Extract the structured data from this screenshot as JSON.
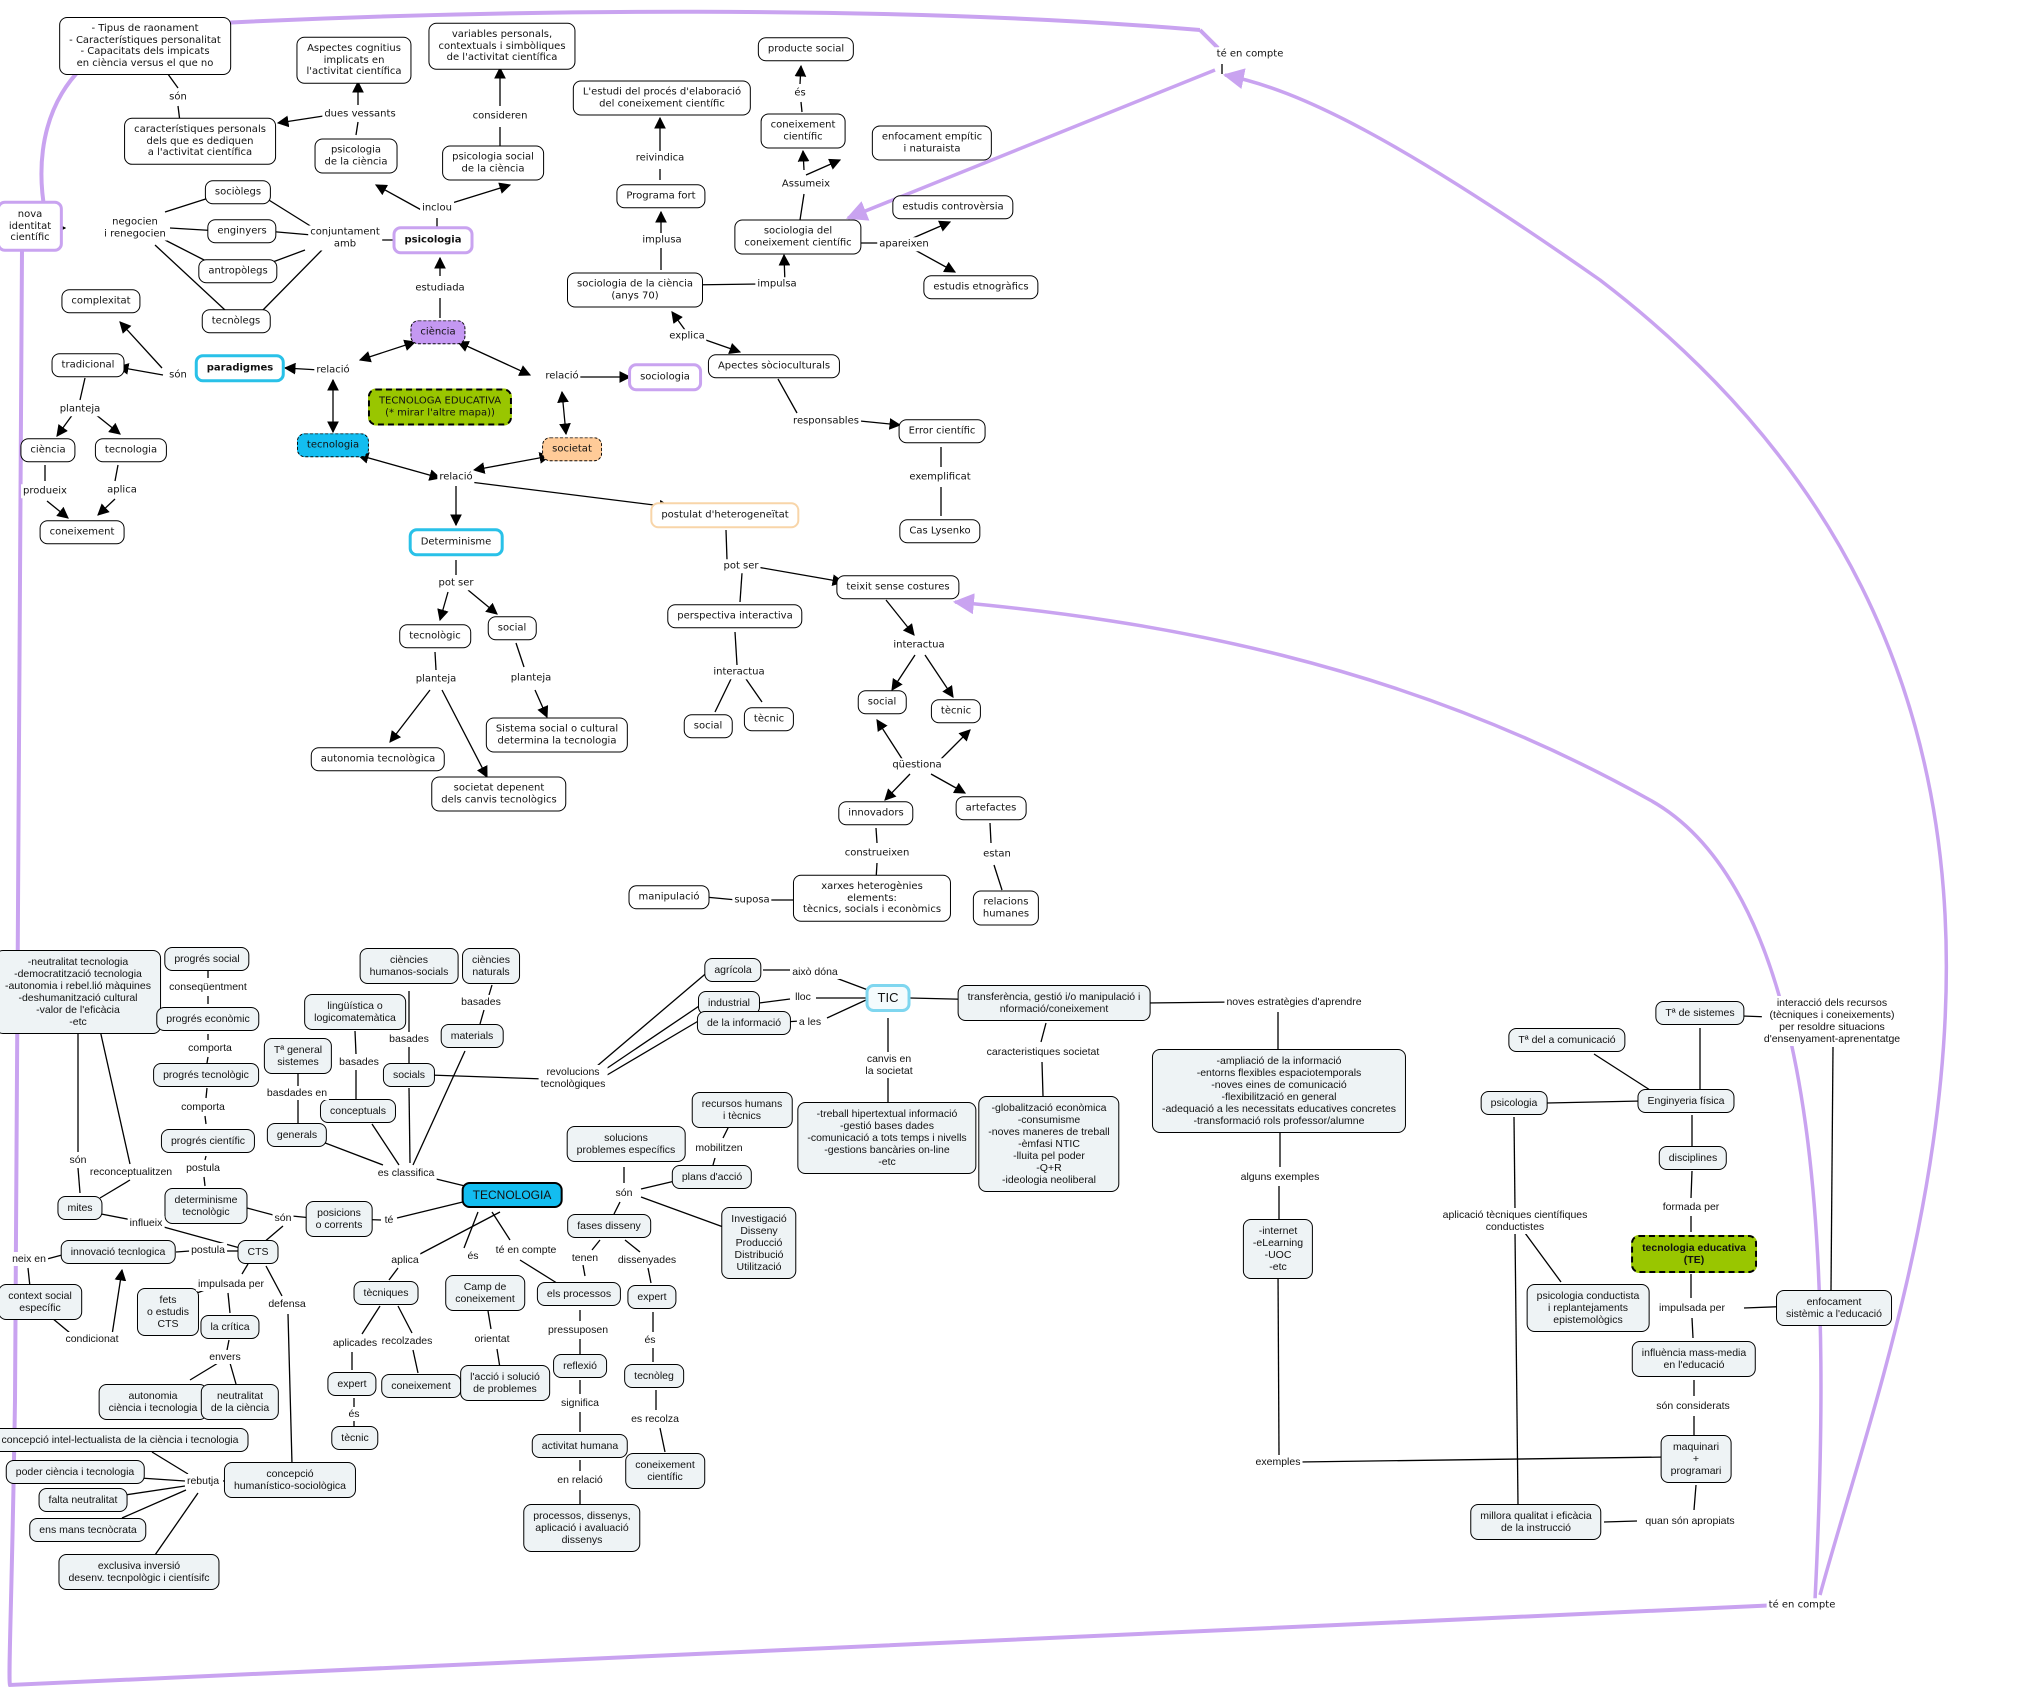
{
  "title": "Concept map: ciència, tecnologia, societat i tecnologia educativa",
  "colors": {
    "purple": "#c498f2",
    "purple_line": "#c9a3f0",
    "cyan": "#13bdf0",
    "peach": "#ffcb98",
    "green": "#99c600",
    "node_fill_light": "#eef3f5"
  },
  "nodes": {
    "tipus_raonament": "- Tipus de raonament\n- Característiques personalitat\n- Capacitats dels impicats\nen ciència versus el que no",
    "aspectes_cognitius": "Aspectes cognitius\nimplicats en\nl'activitat científica",
    "variables_personals": "variables personals,\ncontextuals i simbòliques\nde l'activitat científica",
    "caracteristiques_personals": "característiques personals\ndels que es dediquen\na l'activitat científica",
    "psicologia_ciencia": "psicologia\nde la ciència",
    "psicologia_social": "psicologia social\nde la ciència",
    "sociolegs": "sociòlegs",
    "enginyers": "enginyers",
    "antropolegs": "antropòlegs",
    "tecnolegs": "tecnòlegs",
    "nova_identitat": "nova\nidentitat\ncientífic",
    "psicologia": "psicologia",
    "ciencia_center": "ciència",
    "complexitat": "complexitat",
    "tradicional": "tradicional",
    "paradigmes": "paradigmes",
    "ciencia_left": "ciència",
    "tecnologia_left": "tecnologia",
    "coneixement_left": "coneixement",
    "tecnologa_educativa": "TECNOLOGA EDUCATIVA\n(* mirar l'altre mapa))",
    "tecnologia_center": "tecnologia",
    "societat": "societat",
    "sociologia": "sociologia",
    "determinisme": "Determinisme",
    "tecnologic": "tecnològic",
    "social_det": "social",
    "autonomia_tecnologica": "autonomia tecnològica",
    "societat_depenent": "societat depenent\ndels canvis tecnològics",
    "sistema_social": "Sistema social o cultural\ndetermina la tecnologia",
    "postulat": "postulat d'heterogeneïtat",
    "perspectiva_interactiva": "perspectiva interactiva",
    "social_pi": "social",
    "tecnic_pi": "tècnic",
    "teixit": "teixit sense costures",
    "social_tx": "social",
    "tecnic_tx": "tècnic",
    "innovadors": "innovadors",
    "artefactes": "artefactes",
    "xarxes": "xarxes heterogènies\nelements:\ntècnics, socials i econòmics",
    "manipulacio": "manipulació",
    "relacions_humanes": "relacions\nhumanes",
    "producte_social": "producte social",
    "estudi_proces": "L'estudi del procés d'elaboració\ndel coneixement científic",
    "coneixement_cientific_top": "coneixement\ncientífic",
    "enfocament_empiric": "enfocament empític\ni naturaista",
    "programa_fort": "Programa fort",
    "sociologia_coneixement": "sociologia del\nconeixement científic",
    "estudis_controversia": "estudis controvèrsia",
    "estudis_etnografics": "estudis etnogràfics",
    "sociologia_ciencia": "sociologia de la ciència\n(anys 70)",
    "apectes": "Apectes sòcioculturals",
    "error_cientific": "Error científic",
    "cas_lysenko": "Cas Lysenko",
    "neutralitat_list": "-neutralitat tecnologia\n-democratització tecnologia\n-autonomia i rebel.lió màquines\n-deshumanització cultural\n-valor de l'eficàcia\n-etc",
    "progres_social": "progrés social",
    "progres_economic": "progrés econòmic",
    "progres_tecnologic": "progrés tecnològic",
    "progres_cientific": "progrés científic",
    "determinisme_tecnologic": "determinisme\ntecnològic",
    "mites": "mites",
    "cts": "CTS",
    "posicions": "posicions\no corrents",
    "innovacio": "innovació tecnlogica",
    "context_social": "context social\nespecífic",
    "fets_estudis": "fets\no estudis\nCTS",
    "la_critica": "la crítica",
    "autonomia_ct": "autonomia\nciència i tecnologia",
    "neutralitat_ciencia": "neutralitat\nde la ciència",
    "concepcio_intel": "concepció intel-lectualista de la ciència i tecnologia",
    "poder_ct": "poder ciència i tecnologia",
    "falta_neutralitat": "falta neutralitat",
    "ens_mans": "ens mans tecnòcrata",
    "exclusiva_inversio": "exclusiva inversió\ndesenv. tecnpològic i cientísifc",
    "concepcio_humanistico": "concepció\nhumanístico-sociològica",
    "ciencies_humanos": "ciències\nhumanos-socials",
    "ciencies_naturals": "ciències\nnaturals",
    "linguistica": "lingüística o\nlogicomatemàtica",
    "ta_general": "Tª general\nsistemes",
    "materials": "materials",
    "socials": "socials",
    "conceptuals": "conceptuals",
    "generals": "generals",
    "tecnologia_main": "TECNOLOGIA",
    "tecniques": "tècniques",
    "expert_left": "expert",
    "tecnic_bottom": "tècnic",
    "coneixement_bottom": "coneixement",
    "camp_coneixement": "Camp de\nconeixement",
    "accio_solucio": "l'acció i solució\nde problemes",
    "els_processos": "els processos",
    "reflexio": "reflexió",
    "activitat_humana": "activitat humana",
    "processos_dissenys": "processos, dissenys,\naplicació i avaluació\ndissenys",
    "solucions": "solucions\nproblemes específics",
    "recursos_humans": "recursos humans\ni tècnics",
    "plans_accio": "plans d'acció",
    "fases_disseny": "fases disseny",
    "investigacio": "Investigació\nDisseny\nProducció\nDistribució\nUtilització",
    "expert_right": "expert",
    "tecnoleg": "tecnòleg",
    "coneixement_cientific_bottom": "coneixement\ncientífic",
    "agricola": "agrícola",
    "industrial": "industrial",
    "de_la_informacio": "de la informació",
    "tic": "TIC",
    "transferencia": "transferència, gestió i/o manipulació i\nnformació/coneixement",
    "treball_list": "-treball hipertextual informació\n-gestió bases dades\n-comunicació a tots temps i nivells\n-gestions bancàries on-line\n-etc",
    "globalitzacio_list": "-globalització econòmica\n-consumisme\n-noves maneres de treball\n-èmfasi NTIC\n-lluita pel poder\n-Q+R\n-ideologia neoliberal",
    "ampliacio_list": "-ampliació de la informació\n-entorns flexibles espaciotemporals\n-noves eines de comunicació\n-flexibilització en general\n-adequació a les necessitats educatives concretes\n-transformació rols professor/alumne",
    "internet_list": "-internet\n-eLearning\n-UOC\n-etc",
    "ta_sistemes": "Tª de sistemes",
    "ta_comunicacio": "Tª del a comunicació",
    "psicologia_right": "psicologia",
    "enginyeria": "Enginyeria física",
    "disciplines": "disciplines",
    "te": "tecnologia educativa\n(TE)",
    "psicologia_conductista": "psicologia conductista\ni replantejaments\nepistemològics",
    "enfocament_sistemic": "enfocament\nsistèmic a l'educació",
    "influencia_mass": "influència mass-media\nen l'educació",
    "maquinari": "maquinari\n+\nprogramari",
    "millora_qualitat": "millora qualitat i eficàcia\nde la instrucció"
  },
  "labels": {
    "son_1": "són",
    "dues_vessants": "dues vessants",
    "consideren": "consideren",
    "inclou": "inclou",
    "negocien": "negocien\ni renegocien",
    "conjuntament": "conjuntament\namb",
    "estudiada": "estudiada",
    "son_par": "són",
    "relacio_par": "relació",
    "planteja_par": "planteja",
    "produeix": "produeix",
    "aplica_par": "aplica",
    "relacio_soc": "relació",
    "relacio_bottom": "relació",
    "pot_ser_det": "pot ser",
    "planteja_tec": "planteja",
    "planteja_soc": "planteja",
    "pot_ser_post": "pot ser",
    "interactua_pi": "interactua",
    "interactua_tx": "interactua",
    "questiona": "qüestiona",
    "construeixen": "construeixen",
    "estan": "estan",
    "suposa": "suposa",
    "es_top": "és",
    "reivindica": "reivindica",
    "assumeix": "Assumeix",
    "implusa": "implusa",
    "impulsa": "impulsa",
    "apareixen": "apareixen",
    "explica": "explica",
    "responsables": "responsables",
    "exemplificat": "exemplificat",
    "te_en_compte_top": "té en compte",
    "consequentment": "conseqüentment",
    "comporta_1": "comporta",
    "comporta_2": "comporta",
    "postula_1": "postula",
    "son_mites": "són",
    "reconceptualitzen": "reconceptualitzen",
    "influeix": "influeix",
    "son_cts": "són",
    "te_pos": "té",
    "neix_en": "neix en",
    "postula_2": "postula",
    "impulsada_per_cts": "impulsada per",
    "defensa": "defensa",
    "condicionat": "condicionat",
    "envers": "envers",
    "rebutja": "rebutja",
    "basades_1": "basades",
    "basades_2": "basades",
    "basades_3": "basades",
    "basdades_en": "basdades en",
    "es_classifica": "es classifica",
    "revolucions": "revolucions\ntecnològiques",
    "aplica_tec": "aplica",
    "es_tec": "és",
    "te_en_compte_tec": "té en compte",
    "aplicades": "aplicades",
    "recolzades": "recolzades",
    "es_expert": "és",
    "orientat": "orientat",
    "pressuposen": "pressuposen",
    "significa": "significa",
    "en_relacio": "en relació",
    "son_sol": "són",
    "mobilitzen": "mobilitzen",
    "tenen": "tenen",
    "dissenyades": "dissenyades",
    "es_expert2": "és",
    "es_recolza": "es recolza",
    "aixo_dona": "això dóna",
    "lloc": "lloc",
    "a_les": "a les",
    "canvis_societat": "canvis en\nla societat",
    "caracteristiques_societat": "caracteristiques societat",
    "noves_estrategies": "noves estratègies d'aprendre",
    "alguns_exemples": "alguns exemples",
    "exemples": "exemples",
    "interaccio_recursos": "interacció dels recursos\n(tècniques i coneixements)\nper resoldre situacions\nd'ensenyament-aprenentatge",
    "aplicacio_tecniques": "aplicació tècniques científiques\nconductistes",
    "formada_per": "formada per",
    "impulsada_per_te": "impulsada per",
    "son_considerats": "són considerats",
    "quan_son_apropiats": "quan són apropiats",
    "te_en_compte_bottom": "té en compte"
  }
}
